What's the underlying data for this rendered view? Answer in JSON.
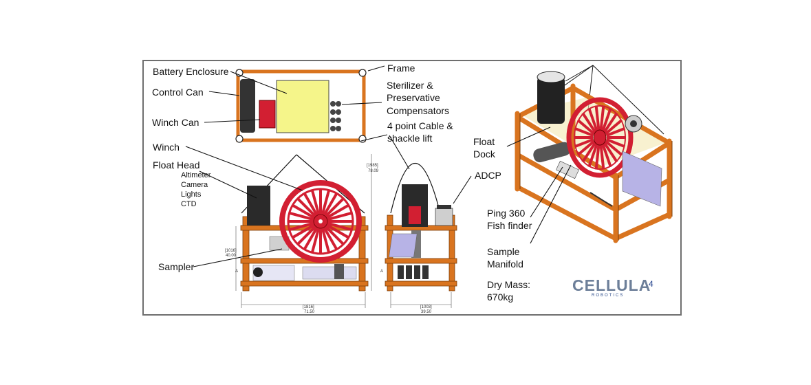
{
  "labels": {
    "battery_enclosure": "Battery Enclosure",
    "frame": "Frame",
    "control_can": "Control Can",
    "sterilizer_1": "Sterilizer &",
    "sterilizer_2": "Preservative",
    "sterilizer_3": "Compensators",
    "winch_can": "Winch Can",
    "cable_1": "4 point Cable &",
    "cable_2": "shackle lift",
    "winch": "Winch",
    "float_head": "Float Head",
    "altimeter": "Altimeter",
    "camera": "Camera",
    "lights": "Lights",
    "ctd": "CTD",
    "float_dock_1": "Float",
    "float_dock_2": "Dock",
    "adcp": "ADCP",
    "ping_1": "Ping 360",
    "ping_2": "Fish finder",
    "sample_1": "Sample",
    "sample_2": "Manifold",
    "sampler": "Sampler",
    "dry_mass_1": "Dry Mass:",
    "dry_mass_2": "670kg"
  },
  "dimensions": {
    "height_mm": "[1985]",
    "height_in": "78.09",
    "mid_mm": "[1016]",
    "mid_in": "40.00",
    "side_a": "A",
    "width_mm": "[1816]",
    "width_in": "71.50",
    "depth_mm": "[1003]",
    "depth_in": "39.50"
  },
  "logo": {
    "name": "CELLULA",
    "sub": "ROBOTICS"
  },
  "page_number": "4",
  "colors": {
    "frame": "#d9741f",
    "winch": "#d21f32",
    "battery": "#f5f58a",
    "accent": "#6d7f99"
  }
}
